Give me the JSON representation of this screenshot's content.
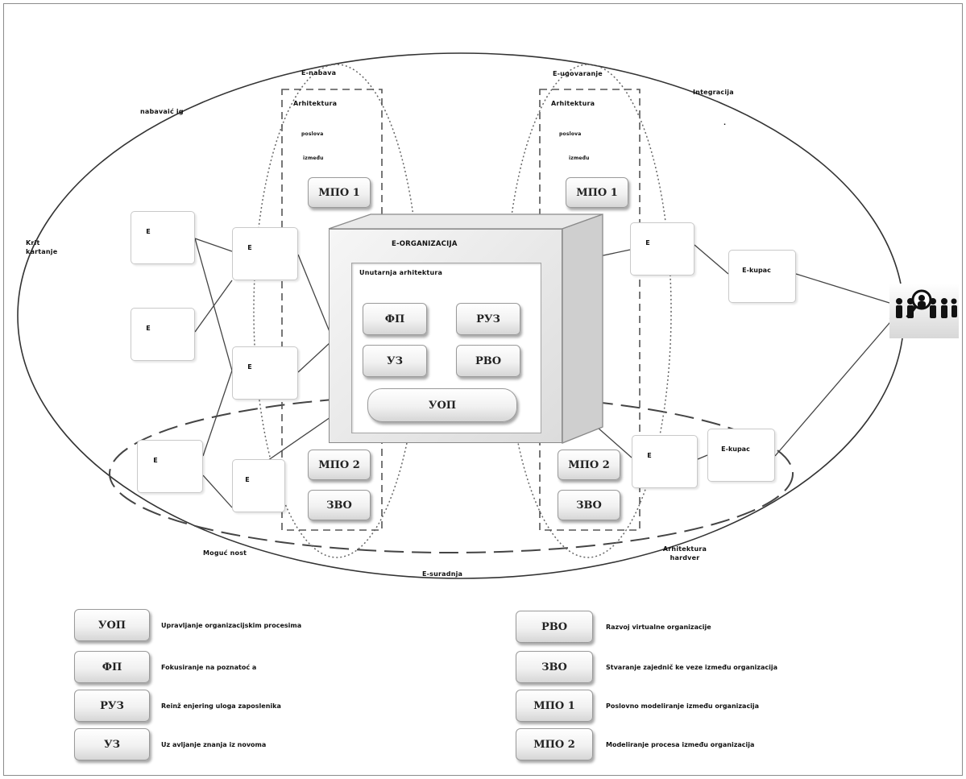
{
  "top_labels": {
    "e_nabava": "E-nabava",
    "e_ugovaranje": "E-ugovaranje",
    "integracija": "Integracija",
    "nabava_ig": "nabavaić ig",
    "krit_kartanje": "Krit kartanje",
    "moguc_nost": "Moguć nost",
    "e_suradnja": "E-suradnja",
    "arhitektura_hardver": "Arhitektura hardver",
    "dot": "."
  },
  "columns": {
    "left": {
      "line1": "Arhitektura",
      "line2": "poslova",
      "line3": "između"
    },
    "right": {
      "line1": "Arhitektura",
      "line2": "poslova",
      "line3": "između"
    }
  },
  "cube": {
    "title": "E-ORGANIZACIJA",
    "subtitle": "Unutarnja arhitektura",
    "buttons": {
      "fp": "ФП",
      "ruz": "РУЗ",
      "uz": "УЗ",
      "rvo": "РВО",
      "uop": "УОП"
    }
  },
  "column_buttons": {
    "mpo1_left": "МПО 1",
    "mpo2_left": "МПО 2",
    "zvo_left": "ЗВО",
    "mpo1_right": "МПО 1",
    "mpo2_right": "МПО 2",
    "zvo_right": "ЗВО"
  },
  "boxes": {
    "left_outer": [
      "E",
      "E",
      "E"
    ],
    "left_inner": [
      "E",
      "E",
      "E"
    ],
    "right_inner": [
      "E",
      "E"
    ],
    "right_outer": [
      "E-kupac",
      "E-kupac"
    ]
  },
  "legend": {
    "left": [
      {
        "code": "УОП",
        "text": "Upravljanje organizacijskim procesima"
      },
      {
        "code": "ФП",
        "text": "Fokusiranje na poznatoć a"
      },
      {
        "code": "РУЗ",
        "text": "Reinž enjering uloga zaposlenika"
      },
      {
        "code": "УЗ",
        "text": "Uz avljanje znanja iz novoma"
      }
    ],
    "right": [
      {
        "code": "РВО",
        "text": "Razvoj virtualne organizacije"
      },
      {
        "code": "ЗВО",
        "text": "Stvaranje zajednič ke veze između organizacija"
      },
      {
        "code": "МПО 1",
        "text": "Poslovno modeliranje između organizacija"
      },
      {
        "code": "МПО 2",
        "text": "Modeliranje procesa između organizacija"
      }
    ]
  },
  "icons": {
    "customers": "people-group-magnifier-icon"
  }
}
